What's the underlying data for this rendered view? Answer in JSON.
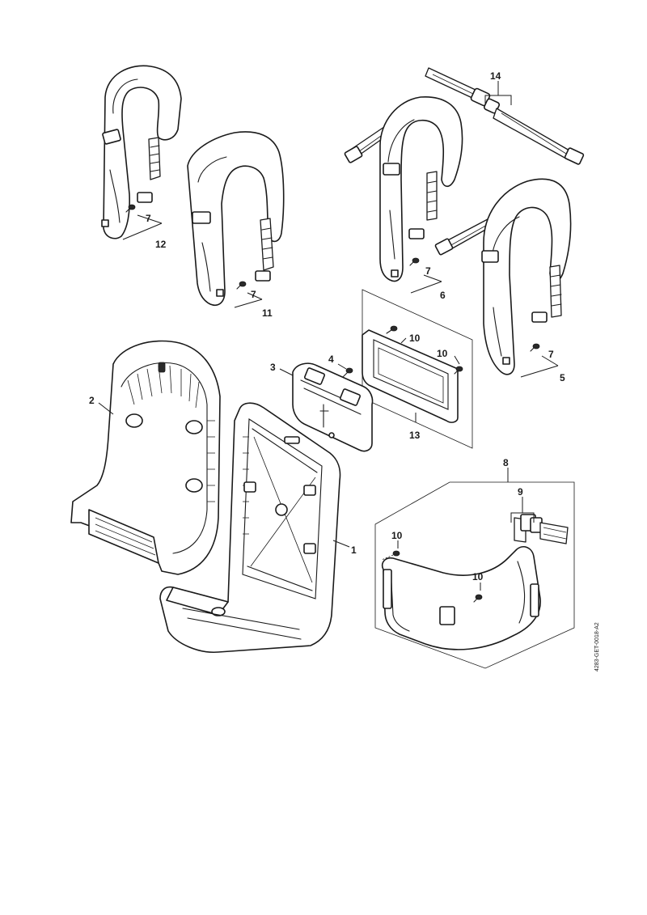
{
  "callouts": {
    "c1": "1",
    "c2": "2",
    "c3": "3",
    "c4": "4",
    "c5": "5",
    "c6": "6",
    "c7a": "7",
    "c7b": "7",
    "c7c": "7",
    "c7d": "7",
    "c8": "8",
    "c9": "9",
    "c10a": "10",
    "c10b": "10",
    "c10c": "10",
    "c10d": "10",
    "c11": "11",
    "c12": "12",
    "c13": "13",
    "c14": "14"
  },
  "drawing_code": "4283-GET-0018-A2",
  "colors": {
    "line": "#1a1a1a",
    "background": "#ffffff"
  }
}
